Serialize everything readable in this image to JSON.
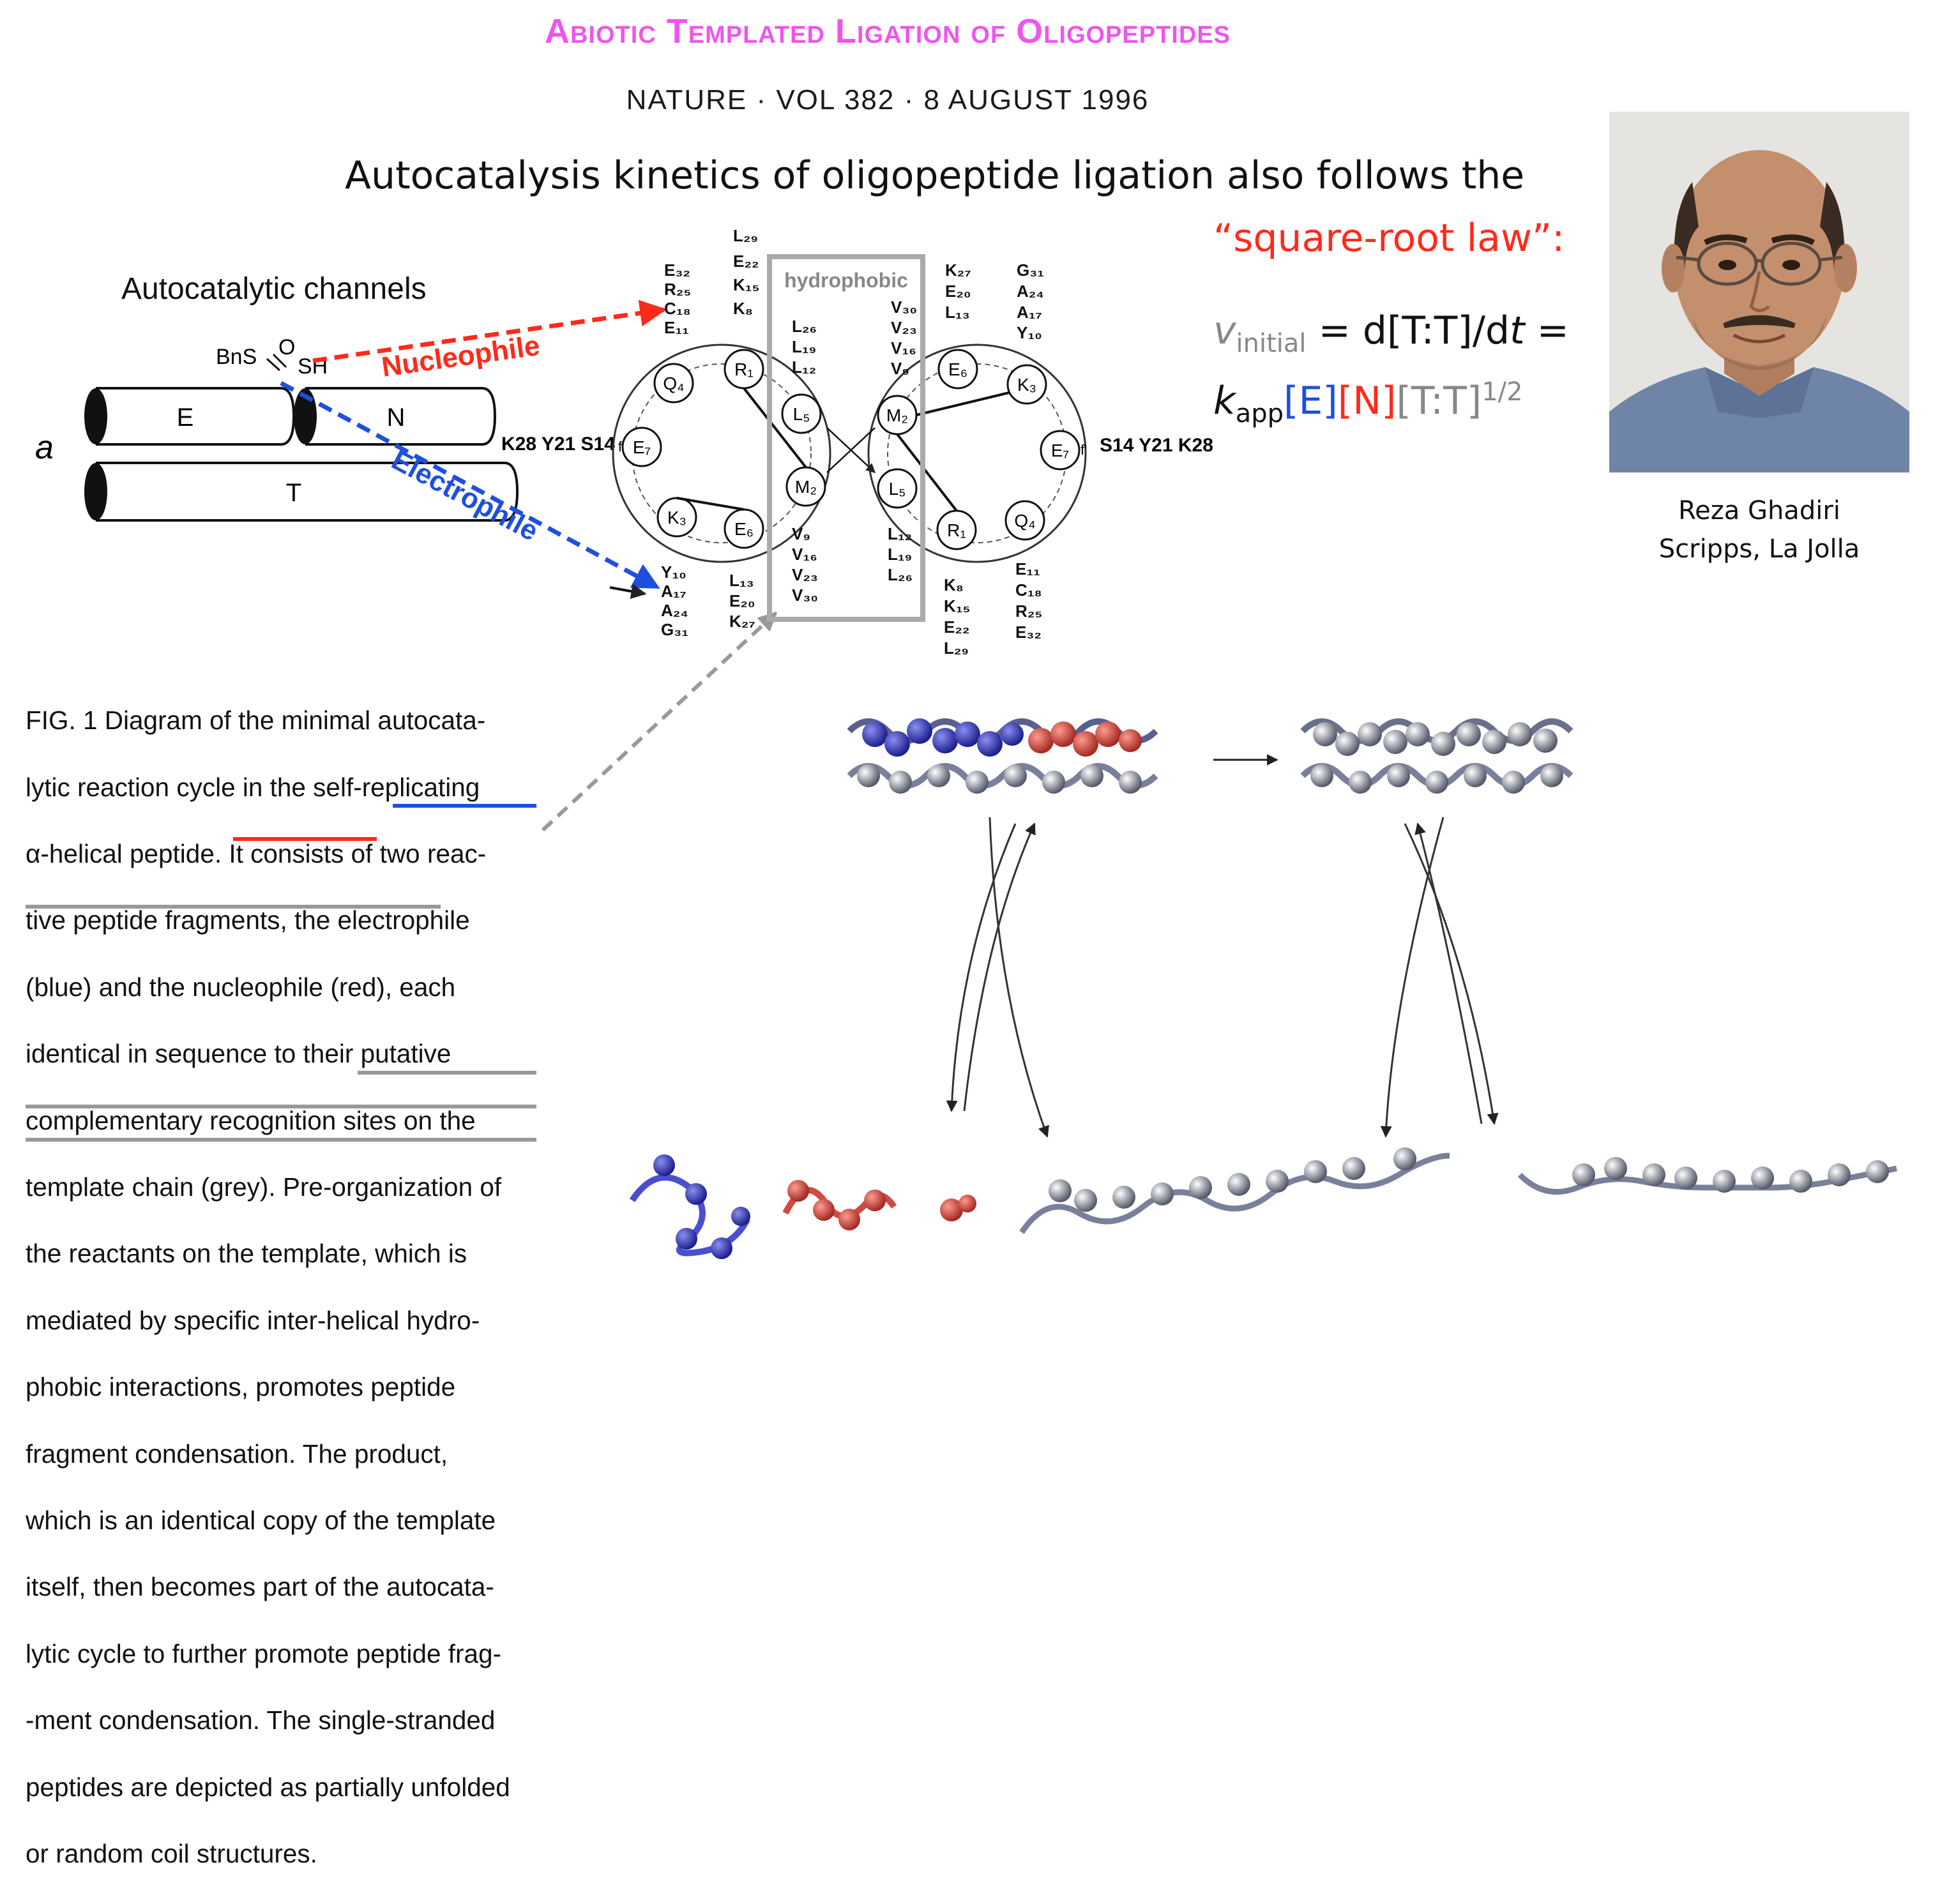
{
  "header": {
    "title": "Abiotic Templated Ligation of Oligopeptides",
    "citation": "NATURE · VOL 382 · 8 AUGUST 1996"
  },
  "claim": {
    "line1": "Autocatalysis kinetics of oligopeptide ligation also follows the",
    "line2": "“square-root law”:"
  },
  "equation": {
    "v": "v",
    "v_sub": "initial",
    "eq1": " = d[T:T]/d",
    "t": "t",
    "eq2": " =",
    "k": "k",
    "k_sub": "app",
    "E": "[E]",
    "N": "[N]",
    "TT": "[T:T]",
    "exp": "1/2"
  },
  "photo": {
    "name": "Reza Ghadiri",
    "affiliation": "Scripps, La Jolla"
  },
  "diagram": {
    "channels_label": "Autocatalytic channels",
    "panel_letter": "a",
    "bns": "BnS",
    "o": "O",
    "sh": "SH",
    "cyl_e": "E",
    "cyl_n": "N",
    "cyl_t": "T",
    "nucleophile": "Nucleophile",
    "electrophile": "Electrophile",
    "hydrophobic": "hydrophobic",
    "seq_right_of_n": "K28 Y21 S14",
    "seq_right_f": "S14 Y21 K28",
    "f_left": "f",
    "f_right": "f'"
  },
  "fig_text": "FIG. 1 Diagram of the minimal autocatalytic reaction cycle in the self-replicating α-helical peptide. It consists of two reactive peptide fragments, the electrophile (blue) and the nucleophile (red), each identical in sequence to their putative complementary recognition sites on the template chain (grey). Pre-organization of the reactants on the template, which is mediated by specific inter-helical hydrophobic interactions, promotes peptide fragment condensation. The product, which is an identical copy of the template itself, then becomes part of the autocatalytic cycle to further promote peptide fragment condensation. The single-stranded peptides are depicted as partially unfolded or random coil structures.",
  "fig_lines": [
    "FIG. 1 Diagram of the minimal autocata-",
    "lytic reaction cycle in the self-replicating",
    "α-helical peptide. It consists of two reac-",
    "tive peptide fragments, the electrophile",
    "(blue) and the nucleophile (red), each",
    "identical in sequence to their putative",
    "complementary recognition sites on the",
    "template chain (grey). Pre-organization of",
    "the reactants on the template, which is",
    "mediated by specific inter-helical hydro-",
    "phobic interactions, promotes peptide",
    "fragment condensation. The product,",
    "which is an identical copy of the template",
    "itself, then becomes part of the autocata-",
    "lytic cycle to further promote peptide frag-",
    "-ment condensation. The single-stranded",
    "peptides are depicted as partially unfolded",
    "or random coil structures."
  ],
  "colors": {
    "title": "#ee55ee",
    "nucleophile": "#ff2a1a",
    "electrophile": "#1f4fe0",
    "grey": "#888888"
  }
}
